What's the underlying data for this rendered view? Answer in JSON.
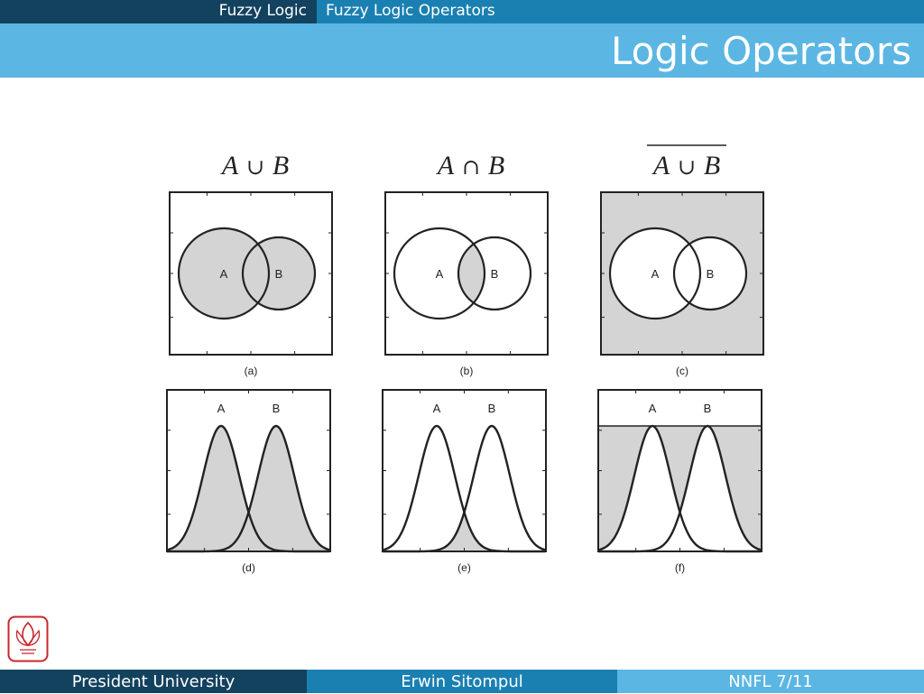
{
  "header": {
    "section": "Fuzzy Logic",
    "subsection": "Fuzzy Logic Operators",
    "title": "Logic Operators"
  },
  "figure": {
    "panels": [
      {
        "caption": "(a)",
        "kind": "venn",
        "operation": "union",
        "expression": {
          "a": "A",
          "op": "∪",
          "b": "B",
          "overline": false
        }
      },
      {
        "caption": "(b)",
        "kind": "venn",
        "operation": "intersection",
        "expression": {
          "a": "A",
          "op": "∩",
          "b": "B",
          "overline": false
        }
      },
      {
        "caption": "(c)",
        "kind": "venn",
        "operation": "complement-of-union",
        "expression": {
          "a": "A",
          "op": "∪",
          "b": "B",
          "overline": true
        }
      },
      {
        "caption": "(d)",
        "kind": "membership",
        "operation": "union"
      },
      {
        "caption": "(e)",
        "kind": "membership",
        "operation": "intersection"
      },
      {
        "caption": "(f)",
        "kind": "membership",
        "operation": "complement-of-union"
      }
    ],
    "set_a_label": "A",
    "set_b_label": "B",
    "shade_color": "#d4d4d4",
    "line_color": "#222222"
  },
  "footer": {
    "institution": "President University",
    "author": "Erwin Sitompul",
    "page": "NNFL 7/11"
  },
  "colors": {
    "dark_blue": "#13425f",
    "mid_blue": "#1a80b2",
    "light_blue": "#5bb6e3",
    "logo_red": "#c8282d"
  }
}
